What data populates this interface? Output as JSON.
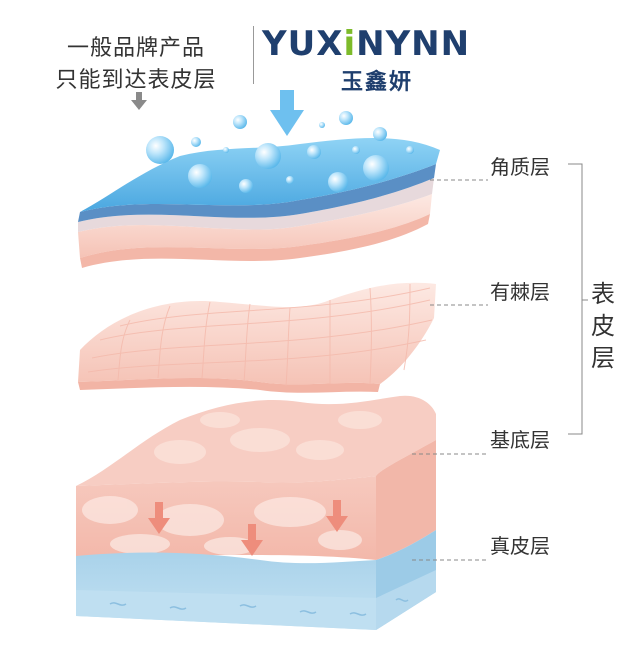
{
  "caption": {
    "line1": "一般品牌产品",
    "line2": "只能到达表皮层"
  },
  "brand": {
    "name_part1": "YUX",
    "name_highlight": "i",
    "name_part2": "NYNN",
    "name_cn": "玉鑫妍",
    "primary_color": "#1f3f6e",
    "accent_color": "#7dbb2a"
  },
  "layers": {
    "stratum_corneum": "角质层",
    "stratum_spinosum": "有棘层",
    "stratum_basale": "基底层",
    "dermis": "真皮层",
    "epidermis": "表皮层"
  },
  "colors": {
    "water_blue": "#5bb8ea",
    "skin_pink": "#f6c9be",
    "dermis_blue": "#9fcbe6"
  }
}
